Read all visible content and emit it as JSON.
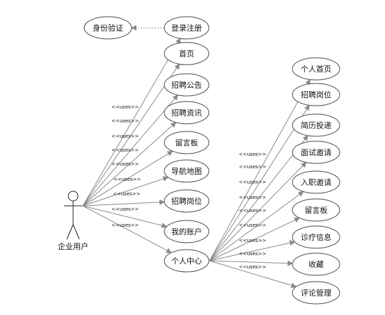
{
  "actor": {
    "label": "企业用户"
  },
  "include_target": {
    "label": "身份验证"
  },
  "stereotype": "<<uses>>",
  "left_use_cases": [
    {
      "label": "登录注册"
    },
    {
      "label": "首页"
    },
    {
      "label": "招聘公告"
    },
    {
      "label": "招聘资讯"
    },
    {
      "label": "留言板"
    },
    {
      "label": "导航地图"
    },
    {
      "label": "招聘岗位"
    },
    {
      "label": "我的账户"
    },
    {
      "label": "个人中心"
    }
  ],
  "right_use_cases": [
    {
      "label": "个人首页"
    },
    {
      "label": "招聘岗位"
    },
    {
      "label": "简历投递"
    },
    {
      "label": "面试邀请"
    },
    {
      "label": "入职邀请"
    },
    {
      "label": "留言板"
    },
    {
      "label": "诊疗信息"
    },
    {
      "label": "收藏"
    },
    {
      "label": "评论管理"
    }
  ]
}
